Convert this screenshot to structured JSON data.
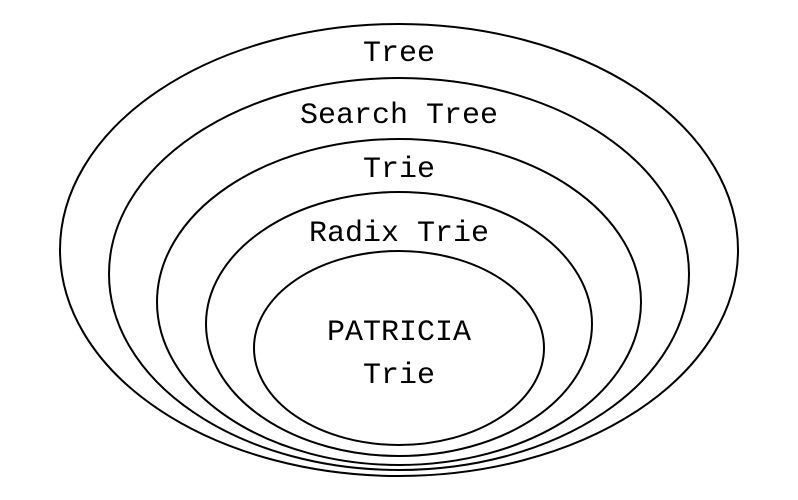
{
  "diagram": {
    "levels": [
      {
        "label": "Tree"
      },
      {
        "label": "Search Tree"
      },
      {
        "label": "Trie"
      },
      {
        "label": "Radix Trie"
      },
      {
        "label_line1": "PATRICIA",
        "label_line2": "Trie"
      }
    ]
  },
  "colors": {
    "stroke": "#000000",
    "background": "#ffffff",
    "text": "#000000"
  }
}
